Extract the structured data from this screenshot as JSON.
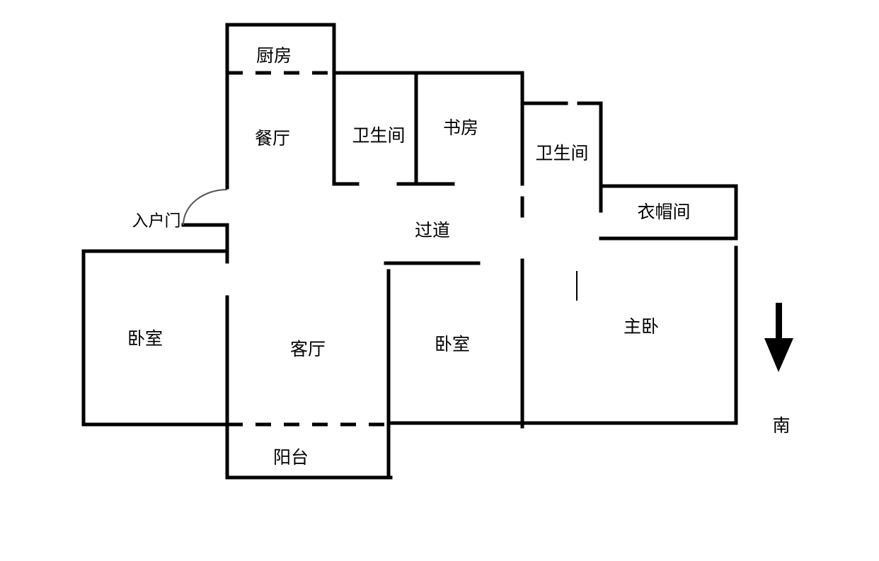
{
  "rooms": {
    "kitchen": "厨房",
    "dining": "餐厅",
    "bath1": "卫生间",
    "study": "书房",
    "bath2": "卫生间",
    "entrance": "入户门",
    "hallway": "过道",
    "cloakroom": "衣帽间",
    "bedroom_left": "卧室",
    "living": "客厅",
    "bedroom_mid": "卧室",
    "master": "主卧",
    "balcony": "阳台"
  },
  "compass": {
    "label": "南",
    "icon": "arrow-down-icon"
  }
}
